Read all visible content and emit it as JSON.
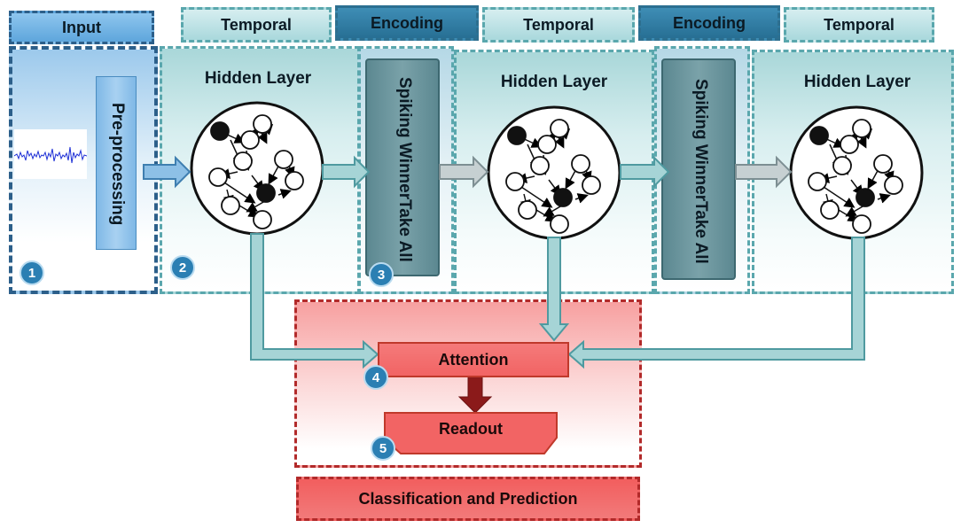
{
  "headers": {
    "input": "Input",
    "temporal": "Temporal",
    "encoding": "Encoding"
  },
  "hidden_layer_label": "Hidden Layer",
  "preprocessing_label": "Pre-processing",
  "wta_label": "Spiking Winner Take All",
  "wta_line1": "Spiking Winner",
  "wta_line2": "Take All",
  "attention_label": "Attention",
  "readout_label": "Readout",
  "footer_label": "Classification and Prediction",
  "badges": [
    "1",
    "2",
    "3",
    "4",
    "5"
  ],
  "colors": {
    "badge": "#2b7fb3",
    "teal_arrow": "#a6d4d6",
    "gray_arrow": "#b8c4c6",
    "red_box": "#f26464",
    "dark_red_arrow": "#8b1a1a",
    "wta_block": "#6a939b"
  }
}
